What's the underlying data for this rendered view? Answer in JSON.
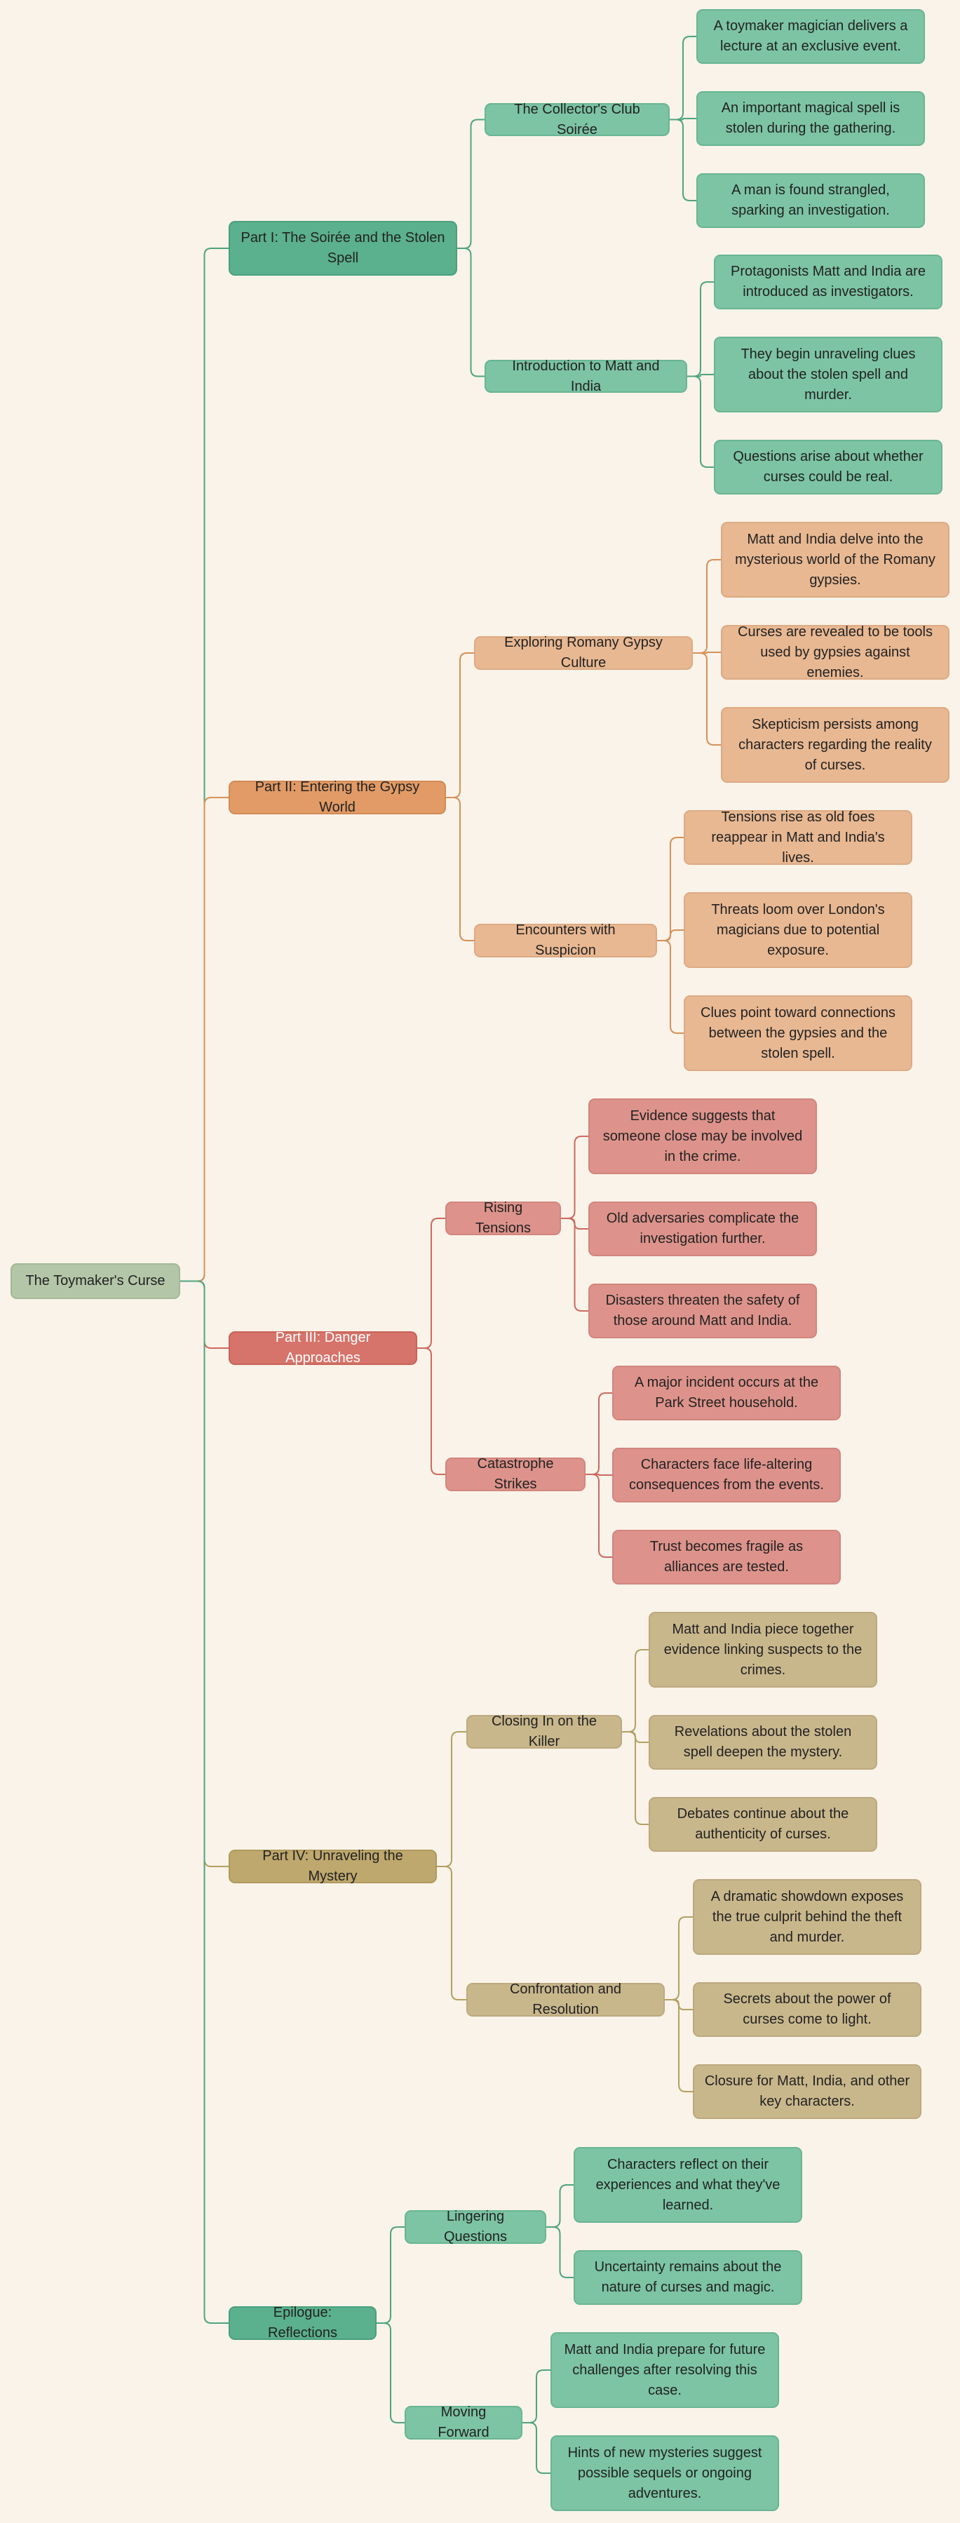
{
  "colors": {
    "background": "#f9f3e9",
    "root": "#b4c6a8",
    "green": "#5bb08d",
    "orange": "#e29b66",
    "red": "#d6736a",
    "tan": "#bfa86d"
  },
  "root": {
    "label": "The Toymaker's Curse"
  },
  "parts": [
    {
      "label": "Part I: The Soirée and the Stolen Spell",
      "theme": "green",
      "sections": [
        {
          "label": "The Collector's Club Soirée",
          "items": [
            "A toymaker magician delivers a lecture at an exclusive event.",
            "An important magical spell is stolen during the gathering.",
            "A man is found strangled, sparking an investigation."
          ]
        },
        {
          "label": "Introduction to Matt and India",
          "items": [
            "Protagonists Matt and India are introduced as investigators.",
            "They begin unraveling clues about the stolen spell and murder.",
            "Questions arise about whether curses could be real."
          ]
        }
      ]
    },
    {
      "label": "Part II: Entering the Gypsy World",
      "theme": "orange",
      "sections": [
        {
          "label": "Exploring Romany Gypsy Culture",
          "items": [
            "Matt and India delve into the mysterious world of the Romany gypsies.",
            "Curses are revealed to be tools used by gypsies against enemies.",
            "Skepticism persists among characters regarding the reality of curses."
          ]
        },
        {
          "label": "Encounters with Suspicion",
          "items": [
            "Tensions rise as old foes reappear in Matt and India's lives.",
            "Threats loom over London's magicians due to potential exposure.",
            "Clues point toward connections between the gypsies and the stolen spell."
          ]
        }
      ]
    },
    {
      "label": "Part III: Danger Approaches",
      "theme": "red",
      "sections": [
        {
          "label": "Rising Tensions",
          "items": [
            "Evidence suggests that someone close may be involved in the crime.",
            "Old adversaries complicate the investigation further.",
            "Disasters threaten the safety of those around Matt and India."
          ]
        },
        {
          "label": "Catastrophe Strikes",
          "items": [
            "A major incident occurs at the Park Street household.",
            "Characters face life-altering consequences from the events.",
            "Trust becomes fragile as alliances are tested."
          ]
        }
      ]
    },
    {
      "label": "Part IV: Unraveling the Mystery",
      "theme": "tan",
      "sections": [
        {
          "label": "Closing In on the Killer",
          "items": [
            "Matt and India piece together evidence linking suspects to the crimes.",
            "Revelations about the stolen spell deepen the mystery.",
            "Debates continue about the authenticity of curses."
          ]
        },
        {
          "label": "Confrontation and Resolution",
          "items": [
            "A dramatic showdown exposes the true culprit behind the theft and murder.",
            "Secrets about the power of curses come to light.",
            "Closure for Matt, India, and other key characters."
          ]
        }
      ]
    },
    {
      "label": "Epilogue: Reflections",
      "theme": "green",
      "sections": [
        {
          "label": "Lingering Questions",
          "items": [
            "Characters reflect on their experiences and what they've learned.",
            "Uncertainty remains about the nature of curses and magic."
          ]
        },
        {
          "label": "Moving Forward",
          "items": [
            "Matt and India prepare for future challenges after resolving this case.",
            "Hints of new mysteries suggest possible sequels or ongoing adventures."
          ]
        }
      ]
    }
  ]
}
